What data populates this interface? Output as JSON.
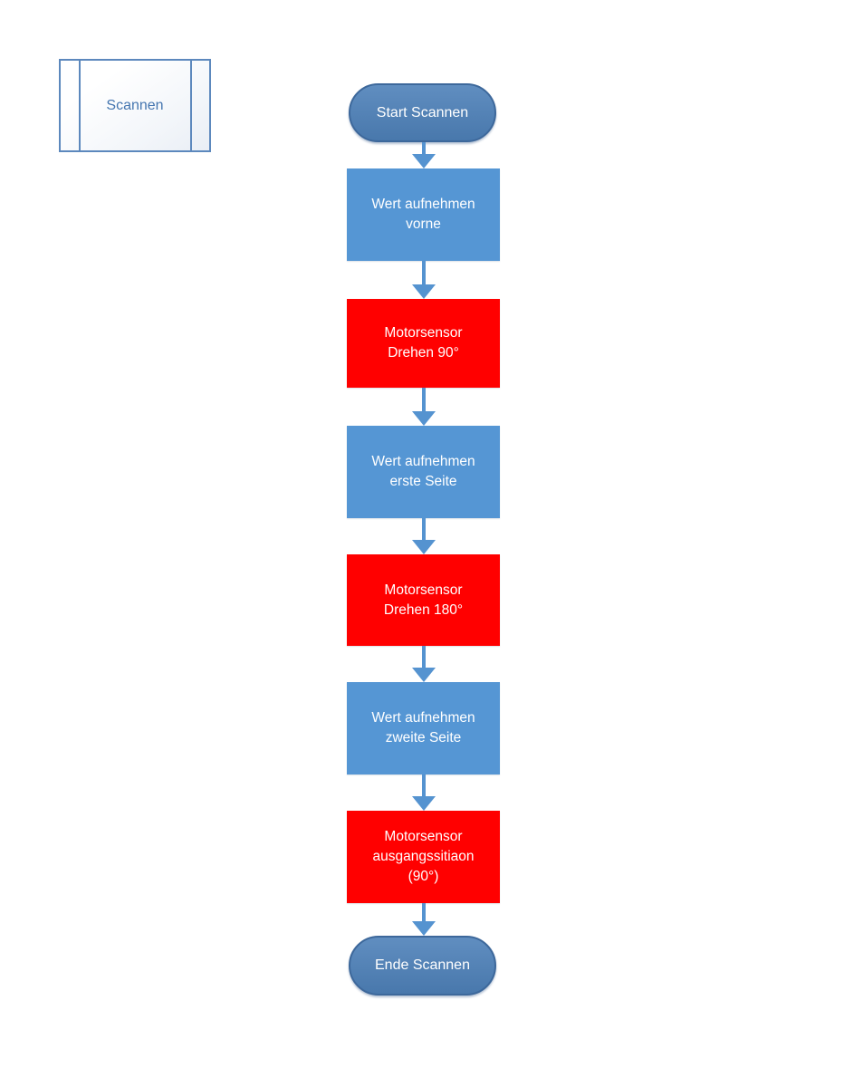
{
  "colors": {
    "connector": "#5593d0",
    "legend_border": "#5c88bd",
    "legend_text": "#4576b0",
    "terminator_border": "#3d689b",
    "process_blue": "#5596d4",
    "process_red": "#ff0000",
    "terminator_blue": "#4e81b9"
  },
  "legend": {
    "label": "Scannen",
    "shape": "predefined-process"
  },
  "flowchart": {
    "direction": "top-down",
    "nodes": [
      {
        "type": "terminator",
        "label": "Start Scannen",
        "fill": "#4e81b9"
      },
      {
        "type": "process",
        "label": "Wert aufnehmen\nvorne",
        "fill": "#5596d4"
      },
      {
        "type": "process",
        "label": "Motorsensor\nDrehen 90°",
        "fill": "#ff0000"
      },
      {
        "type": "process",
        "label": "Wert aufnehmen\nerste Seite",
        "fill": "#5596d4"
      },
      {
        "type": "process",
        "label": "Motorsensor\nDrehen 180°",
        "fill": "#ff0000"
      },
      {
        "type": "process",
        "label": "Wert aufnehmen\nzweite Seite",
        "fill": "#5596d4"
      },
      {
        "type": "process",
        "label": "Motorsensor\nausgangssitiaon\n(90°)",
        "fill": "#ff0000"
      },
      {
        "type": "terminator",
        "label": "Ende Scannen",
        "fill": "#4e81b9"
      }
    ]
  }
}
